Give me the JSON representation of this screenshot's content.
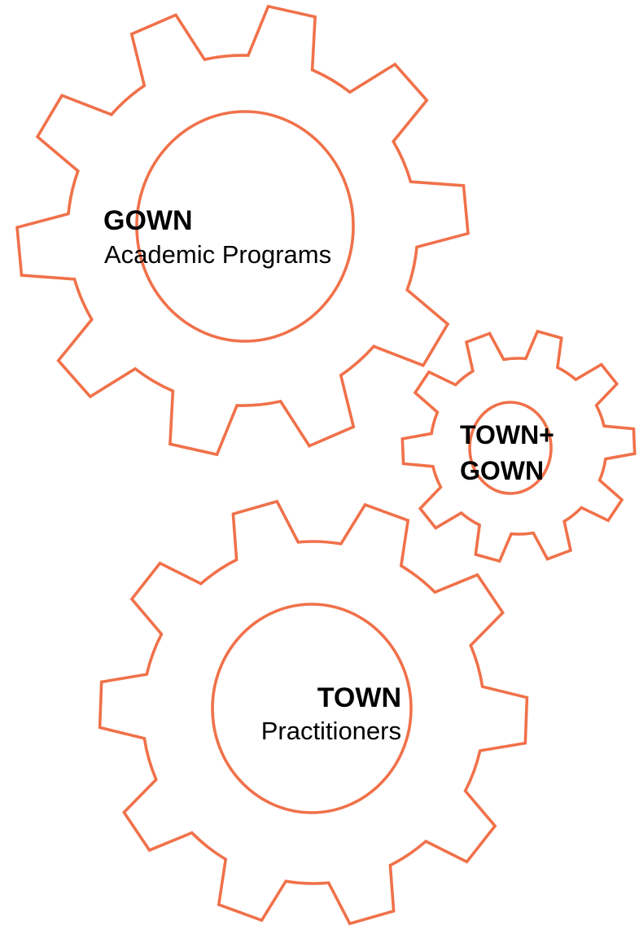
{
  "colors": {
    "gear_stroke": "#F0714A",
    "text": "#000000",
    "background": "#FFFFFF"
  },
  "gears": {
    "gown": {
      "title": "GOWN",
      "subtitle": "Academic Programs",
      "teeth": 10
    },
    "town_gown": {
      "title_line1": "TOWN+",
      "title_line2": "GOWN",
      "teeth": 10
    },
    "town": {
      "title": "TOWN",
      "subtitle": "Practitioners",
      "teeth": 10
    }
  }
}
